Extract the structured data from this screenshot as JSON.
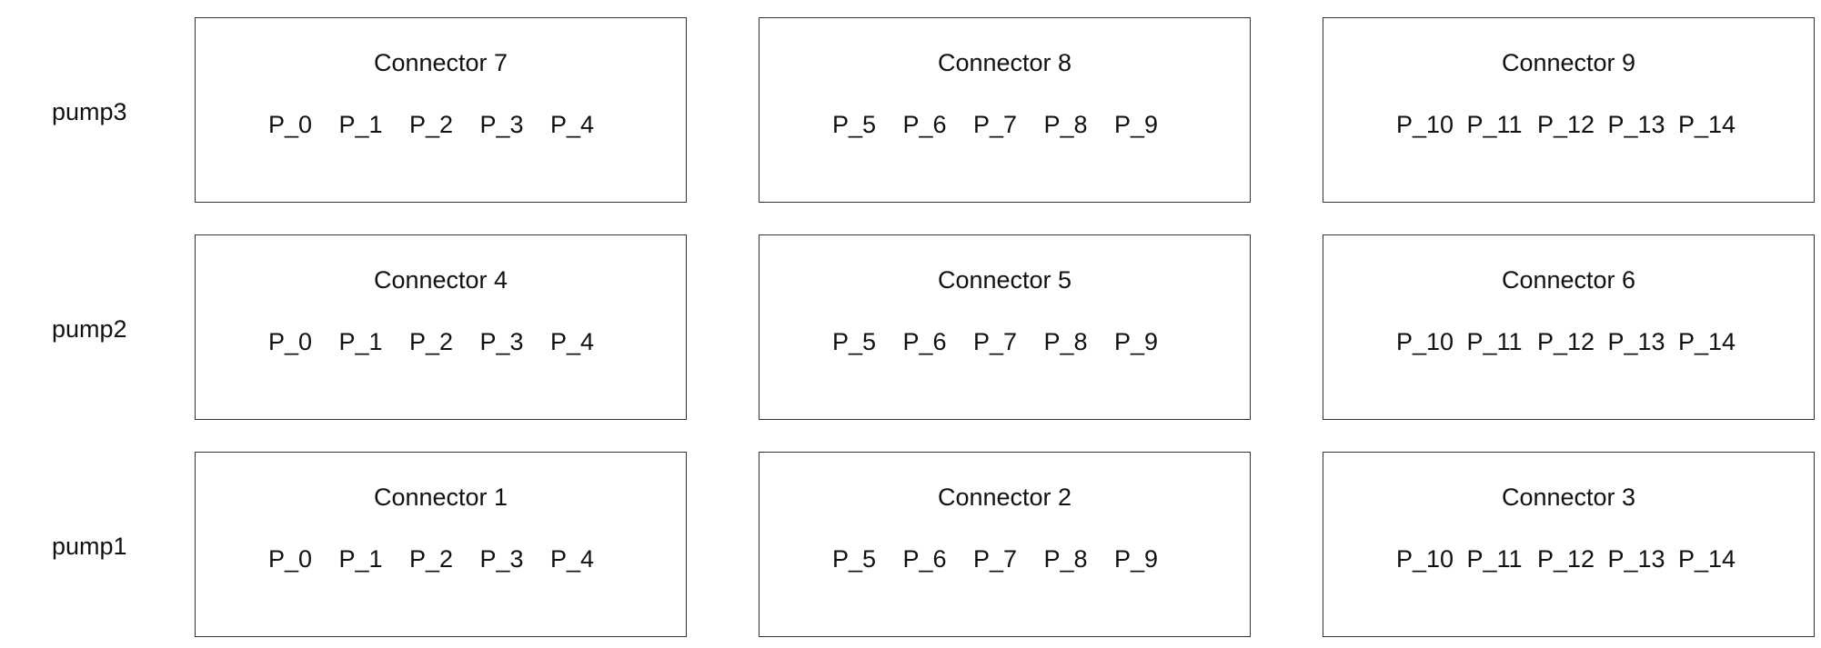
{
  "rows": [
    {
      "pump": "pump3",
      "connectors": [
        {
          "title": "Connector 7",
          "ports": [
            "P_0",
            "P_1",
            "P_2",
            "P_3",
            "P_4"
          ]
        },
        {
          "title": "Connector 8",
          "ports": [
            "P_5",
            "P_6",
            "P_7",
            "P_8",
            "P_9"
          ]
        },
        {
          "title": "Connector 9",
          "ports": [
            "P_10",
            "P_11",
            "P_12",
            "P_13",
            "P_14"
          ]
        }
      ]
    },
    {
      "pump": "pump2",
      "connectors": [
        {
          "title": "Connector 4",
          "ports": [
            "P_0",
            "P_1",
            "P_2",
            "P_3",
            "P_4"
          ]
        },
        {
          "title": "Connector 5",
          "ports": [
            "P_5",
            "P_6",
            "P_7",
            "P_8",
            "P_9"
          ]
        },
        {
          "title": "Connector 6",
          "ports": [
            "P_10",
            "P_11",
            "P_12",
            "P_13",
            "P_14"
          ]
        }
      ]
    },
    {
      "pump": "pump1",
      "connectors": [
        {
          "title": "Connector 1",
          "ports": [
            "P_0",
            "P_1",
            "P_2",
            "P_3",
            "P_4"
          ]
        },
        {
          "title": "Connector 2",
          "ports": [
            "P_5",
            "P_6",
            "P_7",
            "P_8",
            "P_9"
          ]
        },
        {
          "title": "Connector 3",
          "ports": [
            "P_10",
            "P_11",
            "P_12",
            "P_13",
            "P_14"
          ]
        }
      ]
    }
  ]
}
